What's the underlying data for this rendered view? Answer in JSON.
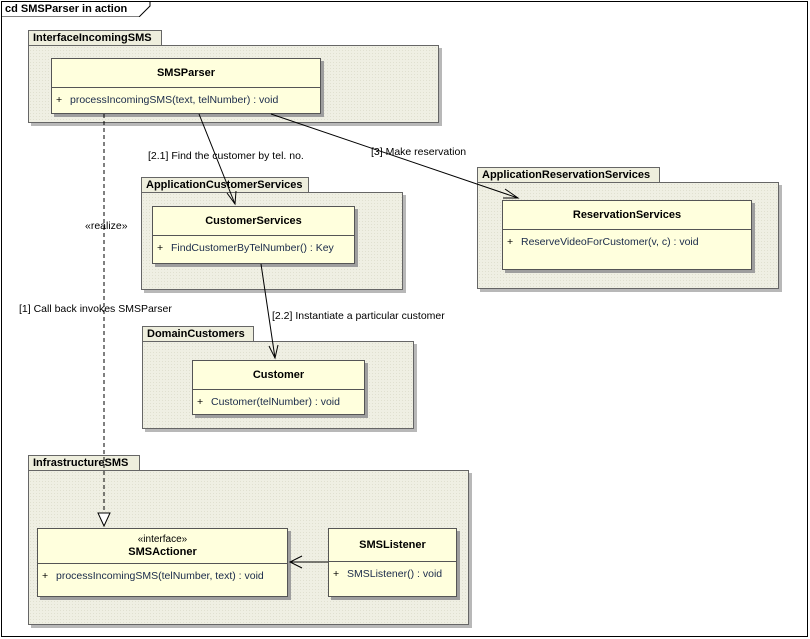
{
  "frame": {
    "title": "cd SMSParser in action"
  },
  "packages": {
    "interface_incoming": {
      "name": "InterfaceIncomingSMS"
    },
    "app_customer": {
      "name": "ApplicationCustomerServices"
    },
    "app_reservation": {
      "name": "ApplicationReservationServices"
    },
    "domain_customers": {
      "name": "DomainCustomers"
    },
    "infrastructure": {
      "name": "InfrastructureSMS"
    }
  },
  "classes": {
    "sms_parser": {
      "name": "SMSParser",
      "op_visibility": "+",
      "op": "processIncomingSMS(text, telNumber) : void"
    },
    "customer_services": {
      "name": "CustomerServices",
      "op_visibility": "+",
      "op": "FindCustomerByTelNumber() : Key"
    },
    "reservation_services": {
      "name": "ReservationServices",
      "op_visibility": "+",
      "op": "ReserveVideoForCustomer(v, c) : void"
    },
    "customer": {
      "name": "Customer",
      "op_visibility": "+",
      "op": "Customer(telNumber) : void"
    },
    "sms_actioner": {
      "stereotype": "«interface»",
      "name": "SMSActioner",
      "op_visibility": "+",
      "op": "processIncomingSMS(telNumber, text) : void"
    },
    "sms_listener": {
      "name": "SMSListener",
      "op_visibility": "+",
      "op": "SMSListener() : void"
    }
  },
  "connectors": {
    "find_customer": "[2.1] Find the customer by tel. no.",
    "make_reservation": "[3] Make reservation",
    "realize": "«realize»",
    "callback": "[1] Call back invokes SMSParser",
    "instantiate": "[2.2] Instantiate a particular customer"
  },
  "colors": {
    "package_fill": "#efefe3",
    "class_fill": "#ffffdd",
    "line": "#000000"
  }
}
